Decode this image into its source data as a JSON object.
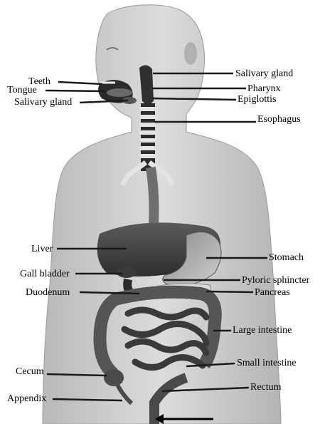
{
  "diagram": {
    "labels": {
      "teeth": "Teeth",
      "tongue": "Tongue",
      "salivary_gland_left": "Salivary gland",
      "salivary_gland_right": "Salivary gland",
      "pharynx": "Pharynx",
      "epiglottis": "Epiglottis",
      "esophagus": "Esophagus",
      "liver": "Liver",
      "stomach": "Stomach",
      "gall_bladder": "Gall bladder",
      "pyloric_sphincter": "Pyloric sphincter",
      "duodenum": "Duodenum",
      "pancreas": "Pancreas",
      "large_intestine": "Large intestine",
      "small_intestine": "Small intestine",
      "cecum": "Cecum",
      "rectum": "Rectum",
      "appendix": "Appendix"
    }
  }
}
